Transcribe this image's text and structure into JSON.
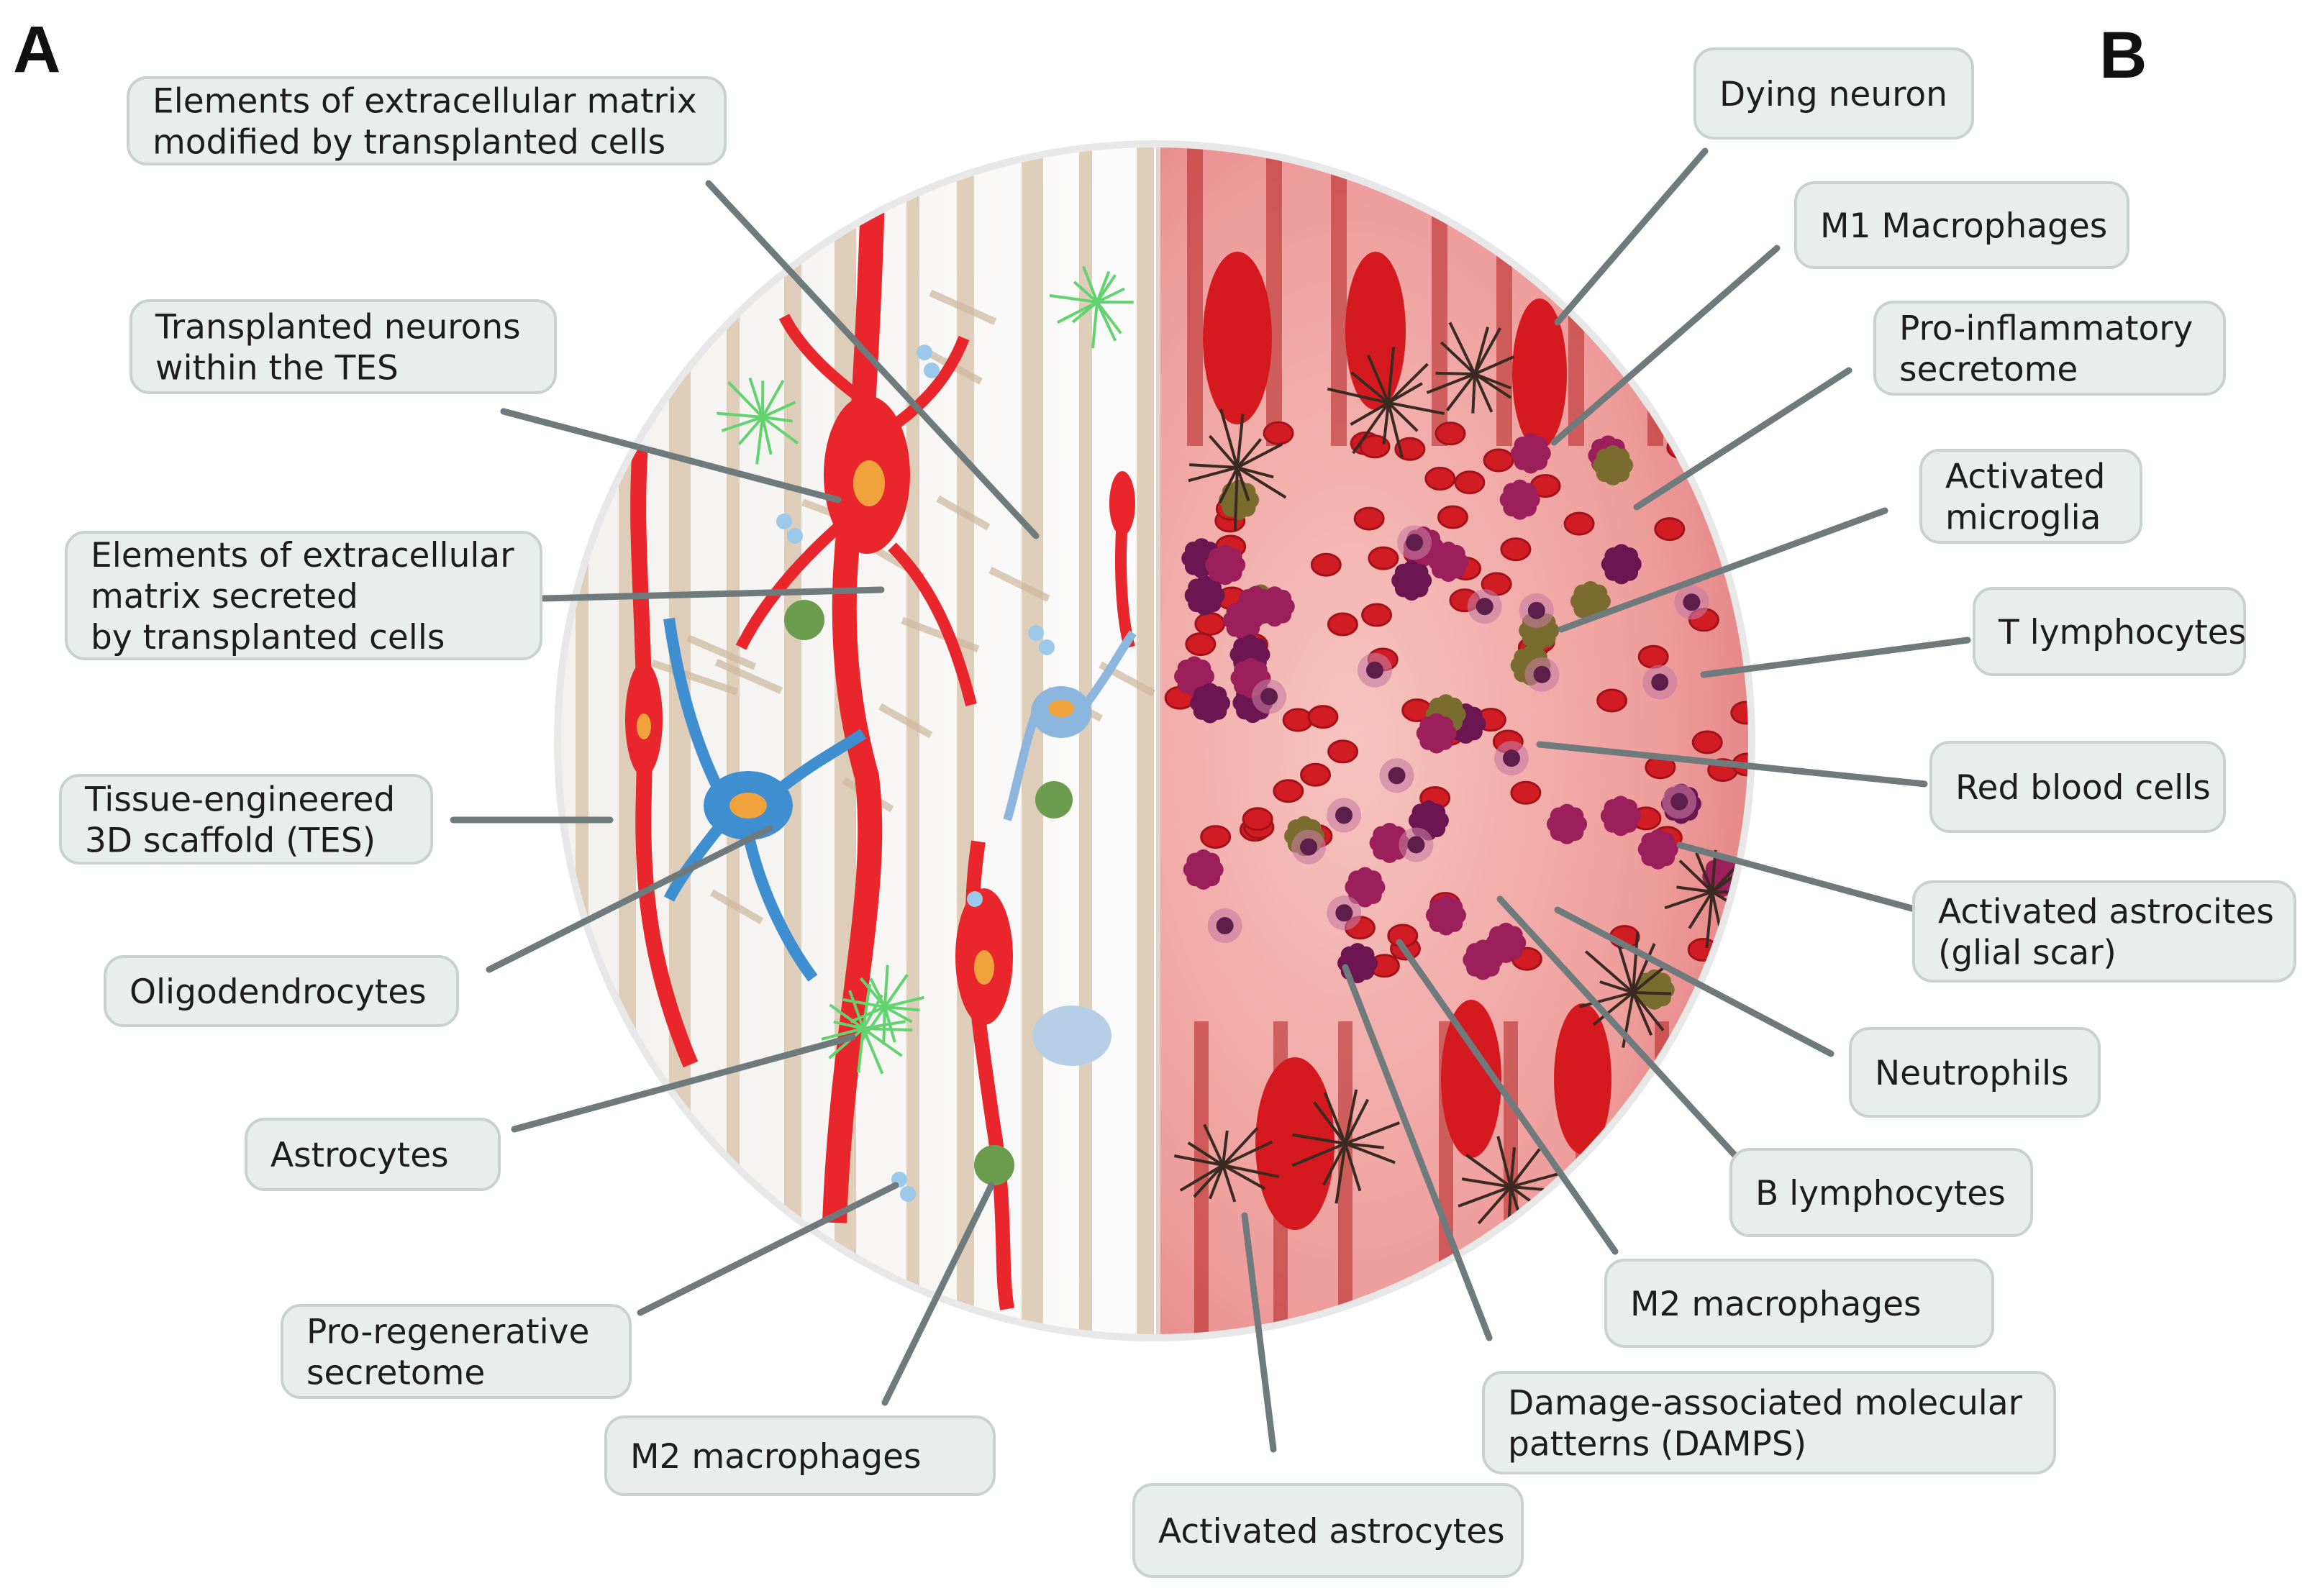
{
  "panels": {
    "left_letter": "A",
    "right_letter": "B"
  },
  "colors": {
    "callout_fill": "#e9eeec",
    "leader": "#6e7a7c",
    "neuron_red": "#e8262b",
    "oligodendrocyte_blue": "#3f8ed0",
    "astrocyte_green": "#5fd36a",
    "scaffold_beige": "#d8c6ae",
    "inflamed_pink": "#f2a3a3",
    "macrophage_purple": "#7a1f5c"
  },
  "left_labels": [
    {
      "id": "ecm-modified",
      "lines": [
        "Elements of extracellular matrix",
        "modified by transplanted cells"
      ]
    },
    {
      "id": "transplanted-neurons",
      "lines": [
        "Transplanted neurons",
        "within the TES"
      ]
    },
    {
      "id": "ecm-secreted",
      "lines": [
        "Elements of extracellular",
        "matrix secreted",
        "by transplanted cells"
      ]
    },
    {
      "id": "tes-scaffold",
      "lines": [
        "Tissue-engineered",
        "3D scaffold (TES)"
      ]
    },
    {
      "id": "oligodendrocytes",
      "lines": [
        "Oligodendrocytes"
      ]
    },
    {
      "id": "astrocytes",
      "lines": [
        "Astrocytes"
      ]
    },
    {
      "id": "pro-regenerative",
      "lines": [
        "Pro-regenerative",
        "secretome"
      ]
    },
    {
      "id": "m2-macrophages-left",
      "lines": [
        "M2 macrophages"
      ]
    }
  ],
  "right_labels": [
    {
      "id": "dying-neuron",
      "lines": [
        "Dying neuron"
      ]
    },
    {
      "id": "m1-macrophages",
      "lines": [
        "M1 Macrophages"
      ]
    },
    {
      "id": "pro-inflammatory",
      "lines": [
        "Pro-inflammatory",
        "secretome"
      ]
    },
    {
      "id": "activated-microglia",
      "lines": [
        "Activated",
        "microglia"
      ]
    },
    {
      "id": "t-lymphocytes",
      "lines": [
        "T lymphocytes"
      ]
    },
    {
      "id": "red-blood-cells",
      "lines": [
        "Red blood cells"
      ]
    },
    {
      "id": "activated-astrocites-scar",
      "lines": [
        "Activated astrocites",
        "(glial scar)"
      ]
    },
    {
      "id": "neutrophils",
      "lines": [
        "Neutrophils"
      ]
    },
    {
      "id": "b-lymphocytes",
      "lines": [
        "B lymphocytes"
      ]
    },
    {
      "id": "m2-macrophages-right",
      "lines": [
        "M2 macrophages"
      ]
    },
    {
      "id": "damps",
      "lines": [
        "Damage-associated molecular",
        "patterns (DAMPS)"
      ]
    },
    {
      "id": "activated-astrocytes-bottom",
      "lines": [
        "Activated astrocytes"
      ]
    }
  ]
}
